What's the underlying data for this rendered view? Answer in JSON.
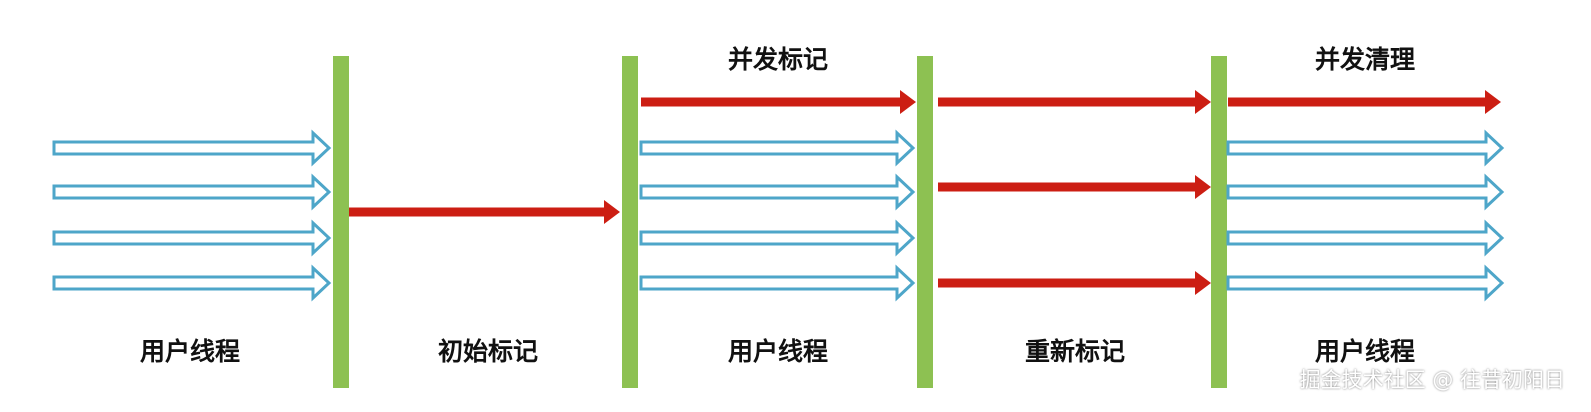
{
  "colors": {
    "pause_bar": "#8dc152",
    "gc_thread": "#cc1e13",
    "user_thread_outline": "#4ea6c9",
    "user_thread_fill": "#ffffff",
    "label_text": "#111111"
  },
  "phases": [
    {
      "bottom_label": "用户线程",
      "top_label": ""
    },
    {
      "bottom_label": "初始标记",
      "top_label": ""
    },
    {
      "bottom_label": "用户线程",
      "top_label": "并发标记"
    },
    {
      "bottom_label": "重新标记",
      "top_label": ""
    },
    {
      "bottom_label": "用户线程",
      "top_label": "并发清理"
    }
  ],
  "watermark": "掘金技术社区 @ 往昔初阳日"
}
